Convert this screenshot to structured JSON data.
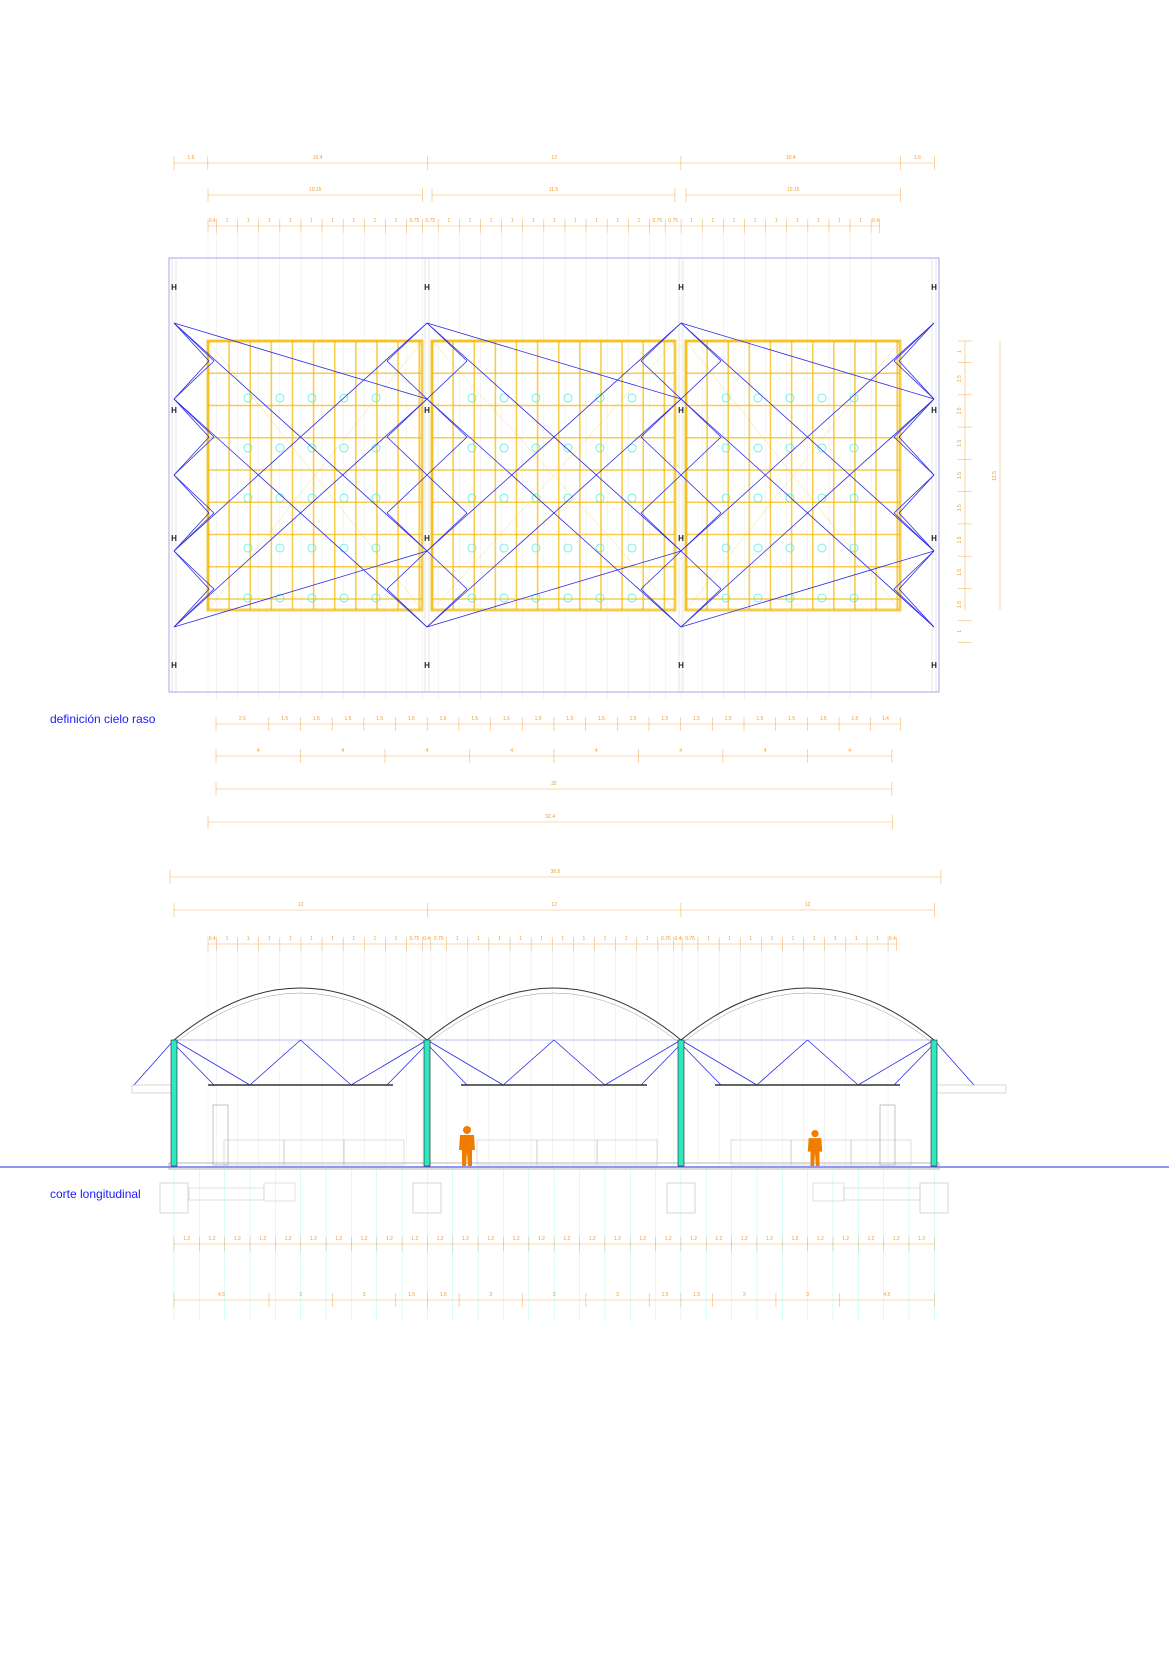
{
  "captions": {
    "plan": "definición cielo raso",
    "section": "corte longitudinal"
  },
  "colors": {
    "structure_blue": "#2a2ae6",
    "dimension_orange": "#f39a2e",
    "ceiling_panels": "#f5b800",
    "column_teal": "#2ee8c0",
    "lamps_cyan": "#3ff0e0",
    "human_figure": "#f07d00"
  },
  "plan_dimensions": {
    "top_row_1": [
      "1.6",
      "10.4",
      "12",
      "10.4",
      "1.6"
    ],
    "top_row_2": [
      "10.15",
      "11.5",
      "10.15"
    ],
    "top_row_3": [
      "0.4",
      "1",
      "1",
      "1",
      "1",
      "1",
      "1",
      "1",
      "1",
      "1",
      "0.75",
      "0.75",
      "1",
      "1",
      "1",
      "1",
      "1",
      "1",
      "1",
      "1",
      "1",
      "1",
      "0.75",
      "0.75",
      "1",
      "1",
      "1",
      "1",
      "1",
      "1",
      "1",
      "1",
      "1",
      "0.4"
    ],
    "right_side": [
      "1",
      "1.5",
      "1.5",
      "1.5",
      "1.5",
      "1.5",
      "1.5",
      "1.5",
      "1.5",
      "1"
    ],
    "right_total": "12.5",
    "bottom_row_1": [
      "2.5",
      "1.5",
      "1.5",
      "1.5",
      "1.5",
      "1.5",
      "1.5",
      "1.5",
      "1.5",
      "1.5",
      "1.5",
      "1.5",
      "1.5",
      "1.5",
      "1.5",
      "1.5",
      "1.5",
      "1.5",
      "1.5",
      "1.5",
      "1.4"
    ],
    "bottom_row_2": [
      "4",
      "4",
      "4",
      "4",
      "4",
      "4",
      "4",
      "4"
    ],
    "bottom_row_3": [
      "32"
    ],
    "bottom_row_4": [
      "32.4"
    ]
  },
  "section_dimensions": {
    "top_row_1": [
      "36.5"
    ],
    "top_row_2": [
      "12",
      "12",
      "12"
    ],
    "top_row_3": [
      "0.4",
      "1",
      "1",
      "1",
      "1",
      "1",
      "1",
      "1",
      "1",
      "1",
      "0.75",
      "0.4",
      "0.75",
      "1",
      "1",
      "1",
      "1",
      "1",
      "1",
      "1",
      "1",
      "1",
      "1",
      "0.75",
      "0.4",
      "0.75",
      "1",
      "1",
      "1",
      "1",
      "1",
      "1",
      "1",
      "1",
      "1",
      "0.4"
    ],
    "bottom_row_1": [
      "1.2",
      "1.2",
      "1.2",
      "1.2",
      "1.2",
      "1.2",
      "1.2",
      "1.2",
      "1.2",
      "1.2",
      "1.2",
      "1.2",
      "1.2",
      "1.2",
      "1.2",
      "1.2",
      "1.2",
      "1.2",
      "1.2",
      "1.2",
      "1.2",
      "1.2",
      "1.2",
      "1.2",
      "1.2",
      "1.2",
      "1.2",
      "1.2",
      "1.2",
      "1.2"
    ],
    "bottom_row_2": [
      "4.5",
      "3",
      "3",
      "1.5",
      "1.5",
      "3",
      "3",
      "3",
      "1.5",
      "1.5",
      "3",
      "3",
      "4.5"
    ]
  }
}
